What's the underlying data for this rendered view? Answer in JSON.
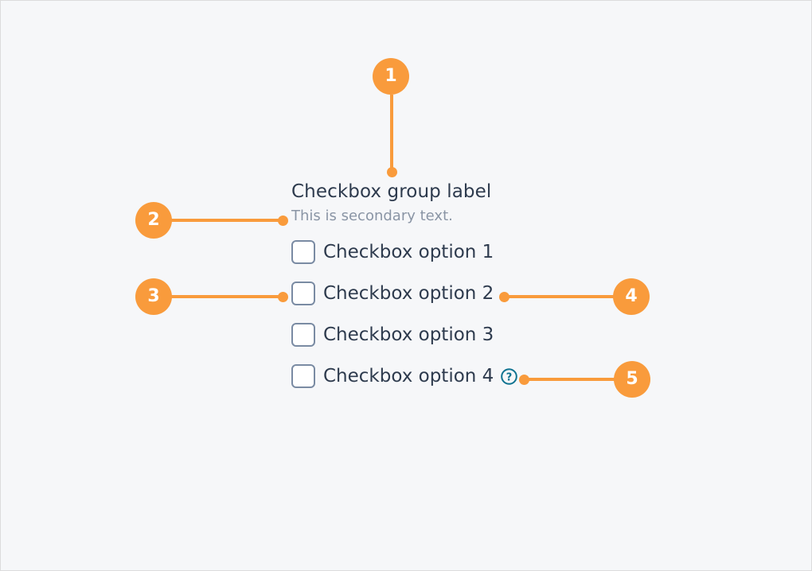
{
  "canvas": {
    "background_color": "#f6f7f9",
    "border_color": "#dcdcdc",
    "accent_color": "#F99B3C",
    "text_color": "#2e3b4e",
    "secondary_text_color": "#8a95a5",
    "checkbox_border_color": "#7a8ba3",
    "help_icon_color": "#0F7391"
  },
  "component": {
    "group_label": "Checkbox group label",
    "secondary_text": "This is secondary text.",
    "options": [
      {
        "label": "Checkbox option 1",
        "checked": false,
        "has_help_icon": false
      },
      {
        "label": "Checkbox option 2",
        "checked": false,
        "has_help_icon": false
      },
      {
        "label": "Checkbox option 3",
        "checked": false,
        "has_help_icon": false
      },
      {
        "label": "Checkbox option 4",
        "checked": false,
        "has_help_icon": true
      }
    ],
    "help_icon_name": "help-circle-icon",
    "help_icon_glyph": "?"
  },
  "annotations": [
    {
      "number": "1",
      "target": "group-label"
    },
    {
      "number": "2",
      "target": "secondary-text"
    },
    {
      "number": "3",
      "target": "checkbox-control"
    },
    {
      "number": "4",
      "target": "option-label"
    },
    {
      "number": "5",
      "target": "help-icon"
    }
  ]
}
